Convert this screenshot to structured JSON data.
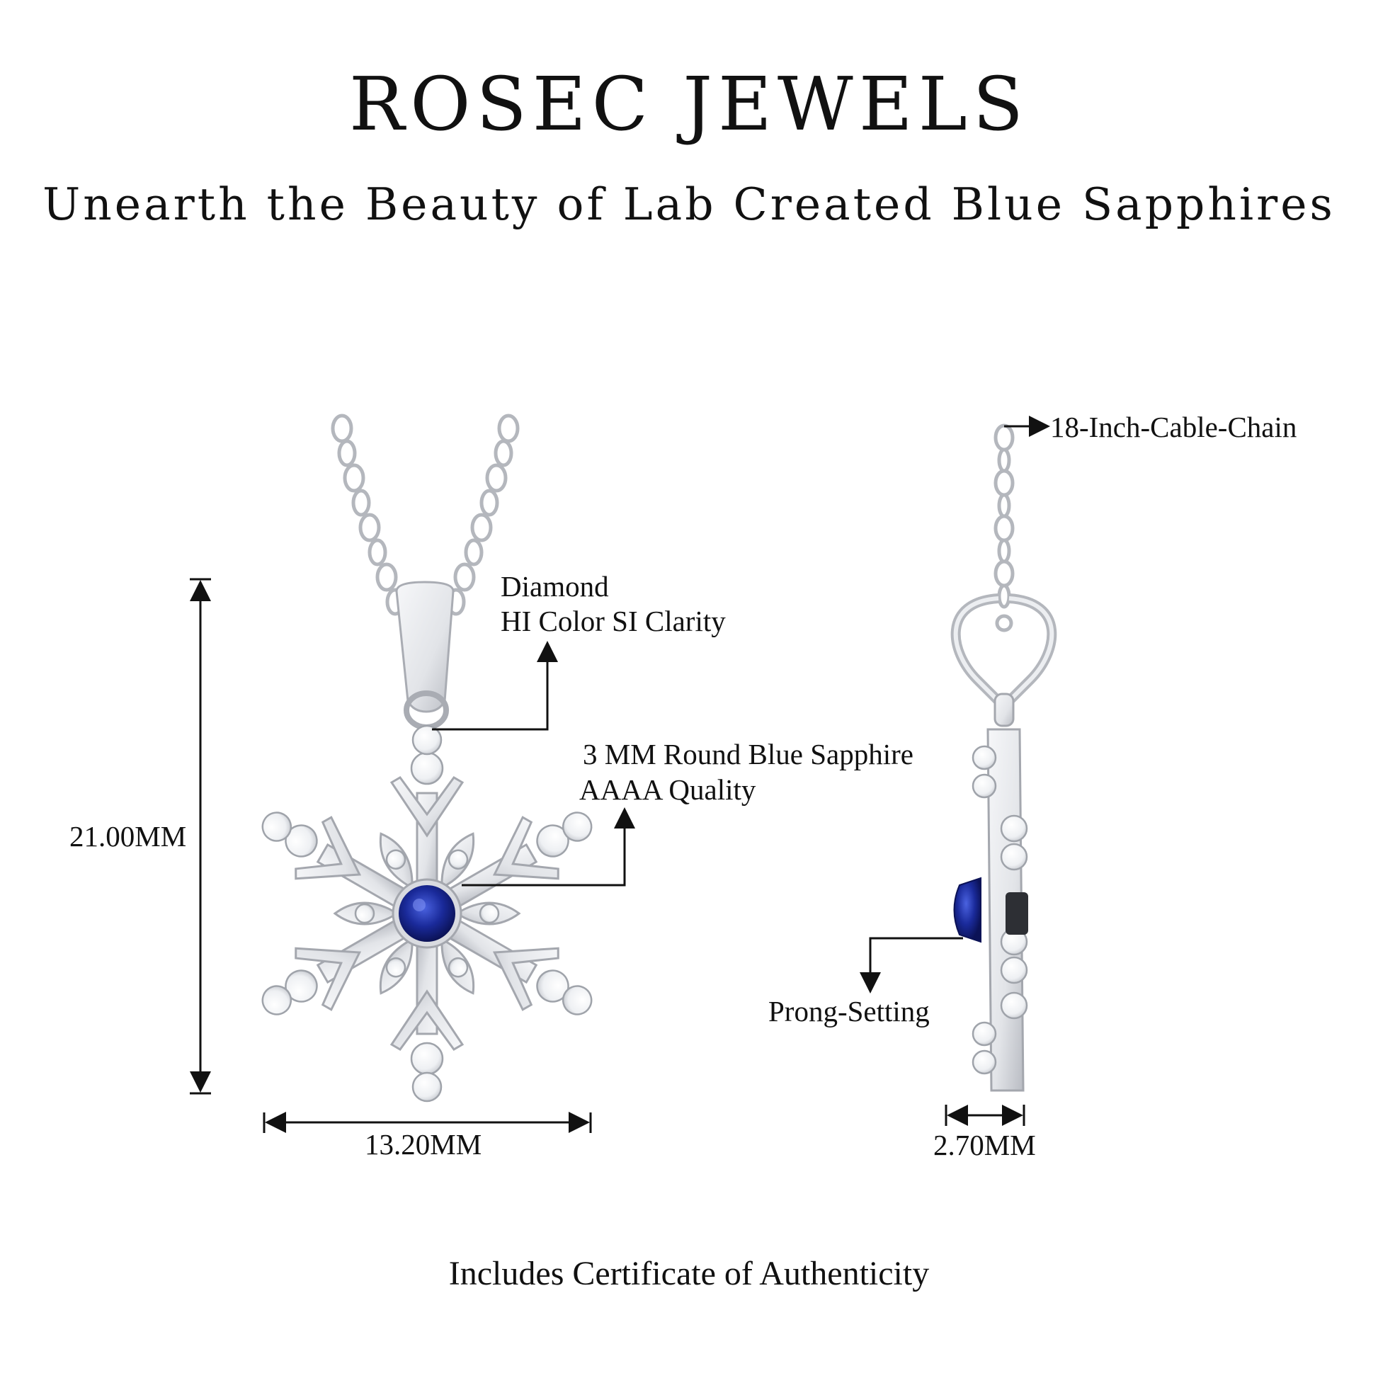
{
  "header": {
    "brand": "ROSEC JEWELS",
    "tagline": "Unearth the Beauty of Lab Created Blue Sapphires"
  },
  "front_view": {
    "height_label": "21.00MM",
    "width_label": "13.20MM",
    "diamond_label_line1": "Diamond",
    "diamond_label_line2": "HI Color SI Clarity",
    "sapphire_label_line1": "3 MM Round Blue Sapphire",
    "sapphire_label_line2": "AAAA Quality"
  },
  "side_view": {
    "chain_label": "18-Inch-Cable-Chain",
    "setting_label": "Prong-Setting",
    "depth_label": "2.70MM"
  },
  "footer": {
    "text": "Includes Certificate of Authenticity"
  },
  "colors": {
    "sapphire": "#1a2a9a",
    "metal": "#e6e8ec",
    "metal_shade": "#b9bcc3"
  }
}
